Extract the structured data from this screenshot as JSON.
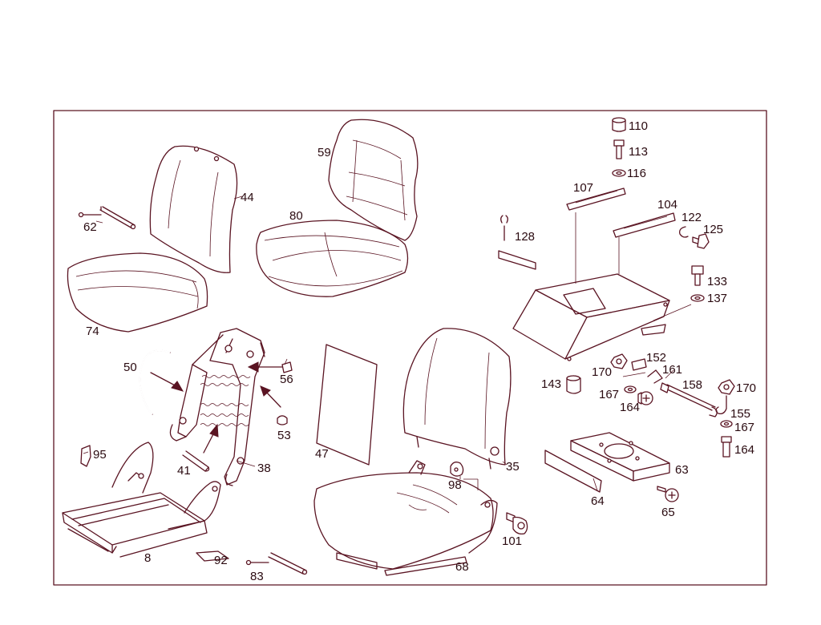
{
  "colors": {
    "line": "#5a1422",
    "text": "#2a0a10",
    "background": "#ffffff"
  },
  "labels": [
    {
      "id": "p110",
      "text": "110"
    },
    {
      "id": "p113",
      "text": "113"
    },
    {
      "id": "p116",
      "text": "116"
    },
    {
      "id": "p107",
      "text": "107"
    },
    {
      "id": "p104",
      "text": "104"
    },
    {
      "id": "p122",
      "text": "122"
    },
    {
      "id": "p125",
      "text": "125"
    },
    {
      "id": "p128",
      "text": "128"
    },
    {
      "id": "p133",
      "text": "133"
    },
    {
      "id": "p137",
      "text": "137"
    },
    {
      "id": "p44",
      "text": "44"
    },
    {
      "id": "p59",
      "text": "59"
    },
    {
      "id": "p62",
      "text": "62"
    },
    {
      "id": "p80",
      "text": "80"
    },
    {
      "id": "p74",
      "text": "74"
    },
    {
      "id": "p50",
      "text": "50"
    },
    {
      "id": "p56",
      "text": "56"
    },
    {
      "id": "p53",
      "text": "53"
    },
    {
      "id": "p95",
      "text": "95"
    },
    {
      "id": "p41",
      "text": "41"
    },
    {
      "id": "p38",
      "text": "38"
    },
    {
      "id": "p47",
      "text": "47"
    },
    {
      "id": "p35",
      "text": "35"
    },
    {
      "id": "p98",
      "text": "98"
    },
    {
      "id": "p8",
      "text": "8"
    },
    {
      "id": "p92",
      "text": "92"
    },
    {
      "id": "p83",
      "text": "83"
    },
    {
      "id": "p68",
      "text": "68"
    },
    {
      "id": "p101",
      "text": "101"
    },
    {
      "id": "p152",
      "text": "152"
    },
    {
      "id": "p161",
      "text": "161"
    },
    {
      "id": "p170a",
      "text": "170"
    },
    {
      "id": "p143",
      "text": "143"
    },
    {
      "id": "p158",
      "text": "158"
    },
    {
      "id": "p167a",
      "text": "167"
    },
    {
      "id": "p164a",
      "text": "164"
    },
    {
      "id": "p170b",
      "text": "170"
    },
    {
      "id": "p155",
      "text": "155"
    },
    {
      "id": "p167b",
      "text": "167"
    },
    {
      "id": "p164b",
      "text": "164"
    },
    {
      "id": "p63",
      "text": "63"
    },
    {
      "id": "p64",
      "text": "64"
    },
    {
      "id": "p65",
      "text": "65"
    }
  ]
}
